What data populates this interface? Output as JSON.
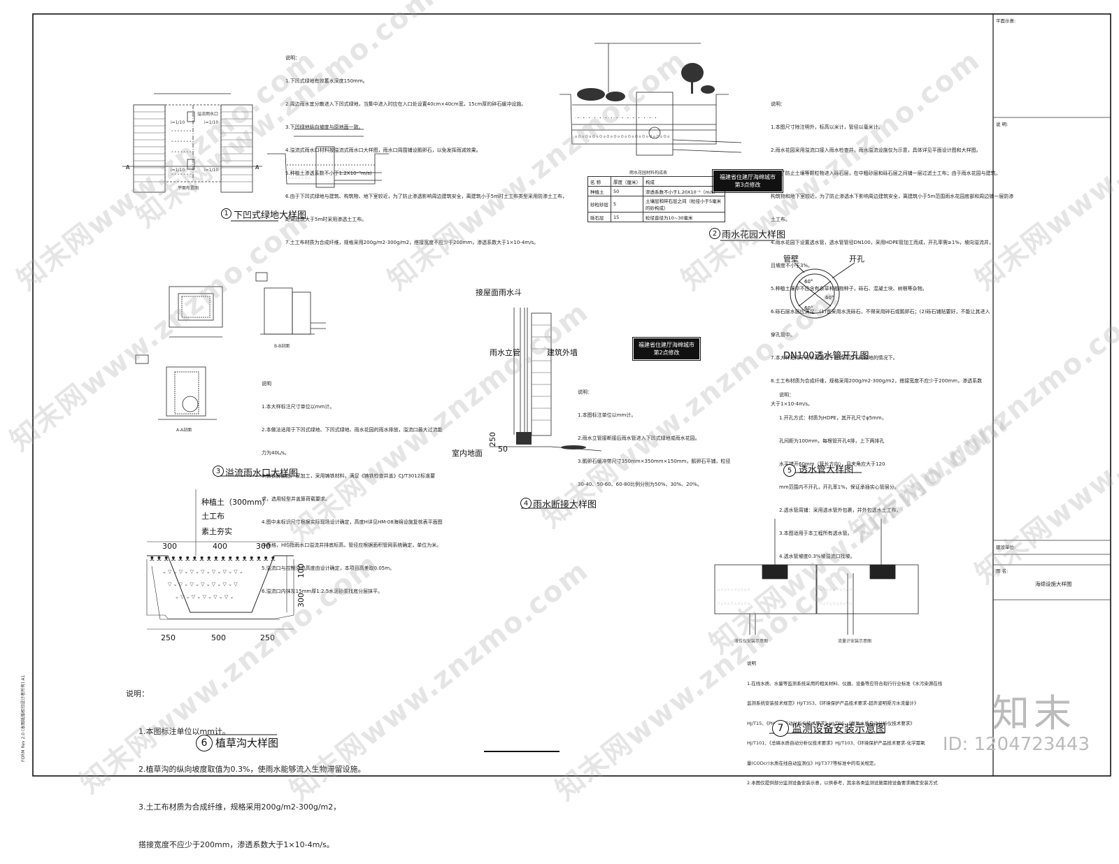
{
  "sheet": {
    "side_label": "FORM Rev 2.0 (本图纸版权归设计者所有) A1",
    "title_block": {
      "plan_label": "平面示意:",
      "notes_label": "说 明:",
      "unit_label": "建设单位:",
      "drawing_name_label": "图 名:",
      "drawing_name": "海绵设施大样图"
    }
  },
  "drawings": {
    "d1": {
      "num": "1",
      "title": "下凹式绿地大样图",
      "plan_caption": "平面布置图",
      "section_mark": "A",
      "notes": [
        "说明：",
        "1.下凹式绿地有效蓄水深度150mm。",
        "2.周边雨水宜分散进入下凹式绿地，当集中进入时应在入口处设置40cm×40cm宽，15cm厚的碎石缓冲设施。",
        "3.下凹绿地纵向坡度与原地面一致。",
        "4.溢流式雨水口材料按溢流式雨水口大样图，雨水口周围铺设鹅卵石，以免发挥雨减效果。",
        "5.种植土渗透系数不小于1.2X10⁻⁵m/s)",
        "6.由于下凹式绿地与建筑、构筑物、地下室较近，为了防止渗透影响周边建筑安全，离建筑小于5m时土工布类型采用防渗土工布，",
        "距离建筑大于5m时采用渗透土工布。",
        "7.土工布材质为合成纤维，规格采用200g/m2-300g/m2，搭接宽度不应少于200mm，渗透系数大于1×10-4m/s。"
      ],
      "plan_labels": [
        "溢流雨水口",
        "i=1/10",
        "i=1/10",
        "i=1/10",
        "i=1/10"
      ]
    },
    "d2": {
      "num": "2",
      "title": "雨水花园大样图",
      "table_title": "雨水花园材料构成表",
      "table": [
        [
          "名 称",
          "厚度（厘米）",
          "构成"
        ],
        [
          "种植土",
          "50",
          "渗透系数不小于1.20X10⁻⁵（m/s）"
        ],
        [
          "砂粒砂层",
          "5",
          "土壤层和碎石层之间（粒径小于5毫米的砂构成）"
        ],
        [
          "砾石层",
          "15",
          "粒径直径为10~30毫米"
        ]
      ],
      "stamp": "福建省住建厅海绵城市\n第3点修改",
      "notes": [
        "说明：",
        "1.本图尺寸除注明外，标高以米计，管径以毫米计。",
        "2.雨水花园采用溢流口接入雨水检查井，雨水溢流设施仅为示意，具体详见平面设计图和大样图。",
        "3.为了防止土壤等颗粒物进入砾石层，在中粗砂层和砾石层之间铺一层过滤土工布；由于雨水花园与建筑，",
        "构筑物和地下室较近，为了防止渗透水下影响周边建筑安全，离建筑小于5m范围雨水花园底部和周边铺一层防渗",
        "土工布。",
        "4.雨水花园下设置透水管，透水管管径DN100，采用HDPE管加工而成，开孔率需≥1%，坡向溢流井，",
        "且坡度不小于3%。",
        "5.种植土壤中不应含有杂草种植物种子，砾石、混凝土块、树根等杂物。",
        "6.砾石层水层应满足：(1)宜采用水洗砾石，不得采用碎石或鹅卵石；(2)砾石铺贴要好，不能让其进入",
        "穿孔管中。",
        "7.本大样适用于雨水花园位于建筑周边不同绿地的情况下。",
        "8.土工布材质为合成纤维，规格采用200g/m2-300g/m2，搭接宽度不应少于200mm，渗透系数",
        "大于1×10-4m/s。"
      ]
    },
    "d3": {
      "num": "3",
      "title": "溢流雨水口大样图",
      "captions": [
        "B-B剖面",
        "A-A剖面"
      ],
      "notes": [
        "说明",
        "1.本大样标注尺寸单位以mm计。",
        "2.本做法适用于下凹式绿地、下凹式绿地、雨水花园的雨水排放，溢流口最大过流能",
        "力为40L/s。",
        "3.铸铁箅盖由厂家加工，采用铸铁材料，满足《铸铁检查井盖》CJ/T3012标准要",
        "求，选用轻型井盖箅荷载要求。",
        "4.图中未标识尺寸根据实际现场设计确定，高度H详见HM-08海绵设施复核表平面图",
        "中表格，H均指雨水口溢流井排底标高，管径应根据面积管网系统确定，单位为米。",
        "5.溢流口与控制溢流高度由设计确定，本项目高差取0.05m。",
        "6.溢流口内抹灰15mm厚1:2.5水泥砂浆找底分层抹平。"
      ]
    },
    "d4": {
      "num": "4",
      "title": "雨水断接大样图",
      "labels": {
        "hopper": "接屋面雨水斗",
        "downpipe": "雨水立管",
        "wall": "建筑外墙",
        "indoor": "室内地面",
        "dim1": "250",
        "dim2": "50"
      },
      "stamp": "福建省住建厅海绵城市\n第2点修改",
      "notes": [
        "说明：",
        "1.本图标注单位以mm计。",
        "2.雨水立管接断接后雨水管进入下凹式绿地或雨水花园。",
        "3.鹅卵石缓冲带尺寸350mm×350mm×150mm，鹅卵石平铺，粒径",
        "30-40、50-60、60-80比例分别为50%、30%、20%。"
      ]
    },
    "d5": {
      "num": "5",
      "title": "透水管大样图",
      "hole_title": "DN100透水管开孔图",
      "hole_labels": {
        "wall": "管壁",
        "hole": "开孔"
      },
      "notes": [
        "说明：",
        "1.开孔方式：材质为HDPE，其开孔尺寸φ5mm，",
        "孔间距为100mm，每根管开孔4排，上下两排孔",
        "水平错开60mm（管长方向），且夹角应大于120",
        "mm范围内不开孔，开孔率1%，保证承插实心管层分。",
        "2.透水管周铺：采用透水管外包裹，并外包透水土工布。",
        "3.本图适用于本工程所有透水管。",
        "4.透水管坡度0.3%坡溢流口找坡。"
      ]
    },
    "d6": {
      "num": "6",
      "title": "植草沟大样图",
      "layer_labels": [
        "种植土（300mm）",
        "土工布",
        "素土夯实"
      ],
      "dims_top": [
        "300",
        "400",
        "300"
      ],
      "dims_bottom": [
        "250",
        "500",
        "250"
      ],
      "dims_side": [
        "100",
        "300"
      ],
      "notes": [
        "说明：",
        "1.本图标注单位以mm计。",
        "2.植草沟的纵向坡度取值为0.3%，使雨水能够流入生物滞留设施。",
        "3.土工布材质为合成纤维，规格采用200g/m2-300g/m2，",
        "搭接宽度不应少于200mm，渗透系数大于1×10-4m/s。"
      ]
    },
    "d7": {
      "num": "7",
      "title": "监测设备安装示意图",
      "captions": [
        "液位仪安装示意图",
        "流量计安装示意图"
      ],
      "notes": [
        "说明",
        "1.在线水质、水量等监测系统采用的相关材料、仪器、设备等应符合现行行业标准《水污染源在线",
        "监测系统安装技术规范》HJ/T353、《环境保护产品技术要求-超声波明渠污水流量计》",
        "HJ/T15、《PH水质自动分析仪技术要求》HJ/T96、《氨氮水质自动分析仪技术要求》",
        "HJ/T101、《总磷水质自动分析仪技术要求》HJ/T103、《环境保护产品技术要求-化学需氧",
        "量(CODcr)水质在线自动监测仪》HJ/T377等标准中的有关规定。",
        "2.本图仅提供部分监测设备安装示意，以供参考，其余各类监测设施需按设备要求确定安装方式"
      ]
    }
  },
  "watermark": {
    "text": "知末网www.znzmo.com",
    "brand": "知末",
    "id": "ID: 1204723443"
  }
}
